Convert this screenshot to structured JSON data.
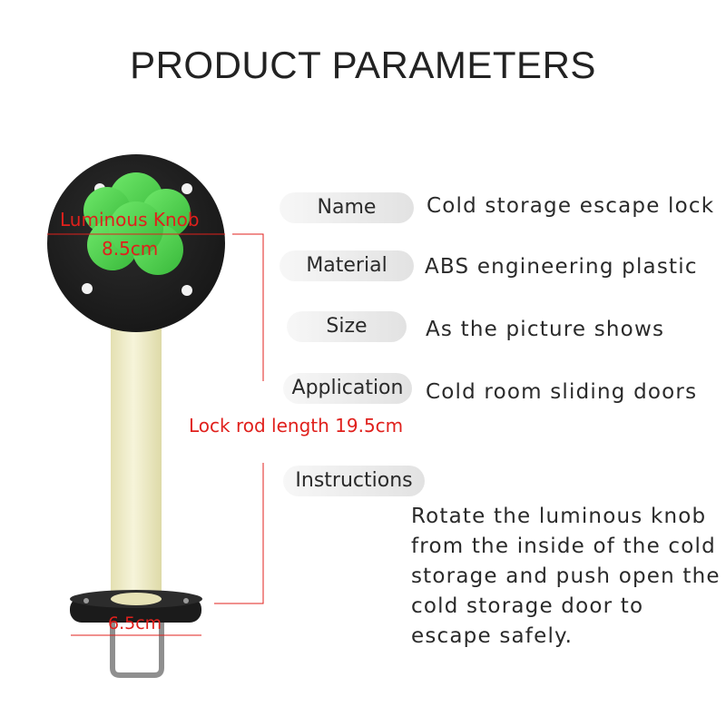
{
  "title": "PRODUCT PARAMETERS",
  "params": {
    "name": {
      "label": "Name",
      "value": "Cold storage escape lock"
    },
    "material": {
      "label": "Material",
      "value": "ABS engineering plastic"
    },
    "size": {
      "label": "Size",
      "value": "As the picture shows"
    },
    "application": {
      "label": "Application",
      "value": "Cold room sliding doors"
    },
    "instructions": {
      "label": "Instructions",
      "value": "Rotate the luminous knob from the inside of the cold storage and push open the cold storage door to escape safely."
    }
  },
  "annotations": {
    "knob": "Luminous Knob",
    "knob_size": "8.5cm",
    "rod_length": "Lock rod length 19.5cm",
    "base_size": "6.5cm"
  },
  "colors": {
    "annotation_red": "#e0201c",
    "knob_green": "#4fd44f",
    "plate_black": "#1e1e1e",
    "rod_cream": "#efecc6"
  }
}
